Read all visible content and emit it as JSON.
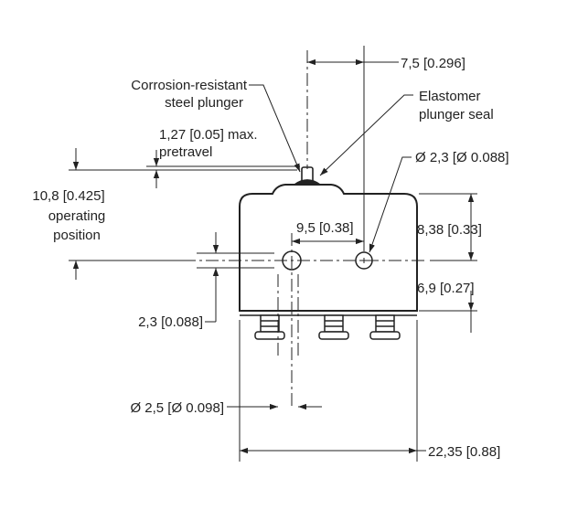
{
  "drawing": {
    "labels": {
      "plunger_material_l1": "Corrosion-resistant",
      "plunger_material_l2": "steel plunger",
      "pretravel_l1": "1,27 [0.05] max.",
      "pretravel_l2": "pretravel",
      "operating_l1": "10,8 [0.425]",
      "operating_l2": "operating",
      "operating_l3": "position",
      "dim_top_right": "7,5 [0.296]",
      "seal_l1": "Elastomer",
      "seal_l2": "plunger seal",
      "hole_small": "Ø 2,3 [Ø 0.088]",
      "hole_spacing": "9,5 [0.38]",
      "height_upper": "8,38 [0.33]",
      "height_lower": "6,9 [0.27]",
      "hole_offset": "2,3 [0.088]",
      "hole_large": "Ø 2,5 [Ø 0.098]",
      "overall_width": "22,35 [0.88]"
    },
    "colors": {
      "line": "#222222",
      "background": "#ffffff"
    }
  }
}
